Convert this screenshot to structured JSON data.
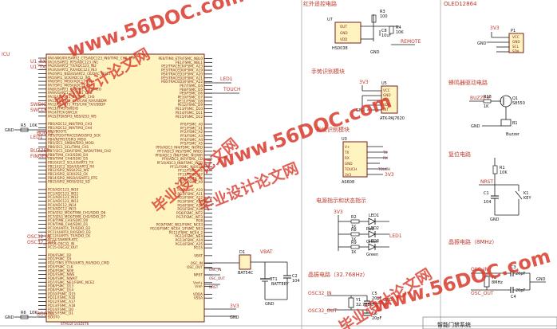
{
  "sections": {
    "ir": "红外遥控电路",
    "oled": "OLED12864",
    "gesture": "手势识别模块",
    "buzzer": "蜂鸣器驱动电路",
    "finger": "指纹识别模块",
    "reset": "复位电路",
    "power_led": "电源指示和状态指示",
    "crystal_32k": "晶振电路（32.768Hz）",
    "crystal_8m": "晶振电路（8MHz）"
  },
  "mcu": {
    "ref_partial": "ICU",
    "part_bottom": "STM32F103ZET6",
    "left_pins": [
      "PA0-WKUP/USART2_CTS/ADC123_IN0/TIM2_CH1_ETR",
      "PA1/USART2_RTS/ADC123_IN1",
      "PA2/USART2_TX/ADC123_IN2",
      "PA3/USART2_RX/ADC123_IN3",
      "PA4/SPI1_NSS/USART2_CK/DAC_OUT1",
      "PA5/SPI1_SCK/ADC12_IN5",
      "PA6/SPI1_MISO/ADC12_IN6",
      "PA7/SPI1_MOSI/ADC12_IN7",
      "PA8/USART1_CK/TIM1_CH1/MCO",
      "PA9/USART1_TX/TIM1_CH2",
      "PA10/USART1_RX/TIM1_CH3",
      "PA11/USART1_CTS/CAN_RX/USBDM",
      "PA12/USART1_RTS/CAN_TX/USBDP",
      "PA13/JTMS-SWDIO",
      "PA14/JTCK-SWCLK",
      "PA15/JTDI/SPI3_NSS/I2S3_WS",
      "",
      "PB0/ADC12_IN8/TIM3_CH3",
      "PB1/ADC12_IN9/TIM3_CH4",
      "PB2/BOOT1",
      "PB3/JTDO/TRACESWO/SPI3_SCK",
      "PB4/NJTRST/SPI3_MISO",
      "PB5/I2C1_SMBAI/SPI3_MOSI",
      "PB6/I2C1_SCL/TIM4_CH1",
      "PB7/I2C1_SDA/FSMC_NADV/TIM4_CH2",
      "PB8/TIM4_CH3/SDIO_D4",
      "PB9/TIM4_CH4/SDIO_D5",
      "PB10/I2C2_SCL/USART3_TX",
      "PB11/I2C2_SDA/USART3_RX",
      "PB12/SPI2_NSS/I2S2_WS",
      "PB13/SPI2_SCK/I2S2_CK",
      "PB14/SPI2_MISO/USART3_RTS",
      "PB15/SPI2_MOSI/I2S2_SD",
      "",
      "PC0/ADC123_IN10",
      "PC1/ADC123_IN11",
      "PC2/ADC123_IN12",
      "PC3/ADC123_IN13",
      "PC4/ADC12_IN14",
      "PC5/ADC12_IN15",
      "PC6/I2S2_MCK/TIM8_CH1/SDIO_D6",
      "PC7/I2S3_MCK/TIM8_CH2/SDIO_D7",
      "PC8/TIM8_CH3/SDIO_D0",
      "PC9/TIM8_CH4/SDIO_D1",
      "PC10/UART4_TX/SDIO_D2",
      "PC11/UART4_RX/SDIO_D3",
      "PC12/UART5_TX/SDIO_CK",
      "PC13-TAMPER-RTC",
      "PC14-OSC32_IN",
      "PC15-OSC32_OUT",
      "",
      "PD0/FSMC_D2",
      "PD1/FSMC_D3",
      "PD2/TIM3_ETR/UART5_RX/SDIO_CMD",
      "PD3/FSMC_CLK",
      "PD4/FSMC_NOE",
      "PD5/FSMC_NWE",
      "PD6/FSMC_NWAIT",
      "PD7/FSMC_NE1/FSMC_NCE2",
      "PD8/FSMC_D13",
      "PD9/FSMC_D14",
      "PD10/FSMC_D15",
      "PD11/FSMC_A16",
      "PD12/FSMC_A17",
      "PD13/FSMC_A18",
      "PD14/FSMC_D0",
      "PD15/FSMC_D1",
      "BOOT0"
    ],
    "right_pins": [
      "PE0/TIM4_ETR/FSMC_NBL0",
      "PE1/FSMC_NBL1",
      "PE2/TRACECK/FSMC_A23",
      "PE3/TRACED0/FSMC_A19",
      "PE4/TRACED1/FSMC_A20",
      "PE5/TRACED2/FSMC_A21",
      "PE6/TRACED3/FSMC_A22",
      "PE7/FSMC_D4",
      "PE8/FSMC_D5",
      "PE9/FSMC_D6",
      "PE10/FSMC_D7",
      "PE11/FSMC_D8",
      "PE12/FSMC_D9",
      "PE13/FSMC_D10",
      "PE14/FSMC_D11",
      "PE15/FSMC_D12",
      "",
      "PF0/FSMC_A0",
      "PF1/FSMC_A1",
      "PF2/FSMC_A2",
      "PF3/FSMC_A3",
      "PF4/FSMC_A4",
      "PF5/FSMC_A5",
      "PF6/ADC3_IN4/FSMC_NIORD",
      "PF7/ADC3_IN5/FSMC_NREG",
      "PF8/ADC3_IN6/FSMC_NIOWR",
      "PF9/ADC3_IN7/FSMC_CD",
      "PF10/ADC3_IN8/FSMC_INTR",
      "PF11/FSMC_NIOS16",
      "PF12/FSMC_A6",
      "PF13/FSMC_A7",
      "PF14/FSMC_A8",
      "PF15/FSMC_A9",
      "",
      "PG0/FSMC_A10",
      "PG1/FSMC_A11",
      "PG2/FSMC_A12",
      "PG3/FSMC_A13",
      "PG4/FSMC_A14",
      "PG5/FSMC_A15",
      "PG6/FSMC_INT2",
      "PG7/FSMC_INT3",
      "PG8",
      "PG9/FSMC_NE2/FSMC_NCE3",
      "PG10/FSMC_NCE4_1/FSMC_NE3",
      "PG11/FSMC_NCE4_2",
      "PG12/FSMC_NE4",
      "PG13/FSMC_A24",
      "PG14/FSMC_A25",
      "PG15",
      "",
      "VBAT",
      "",
      "OSC_IN",
      "OSC_OUT",
      "",
      "NRST",
      "",
      "Vref+",
      "Vref-",
      "",
      "VDDA",
      "VSSA"
    ],
    "left_nets": [
      "U1_RX",
      "U1_TX",
      "SWDIO",
      "SWCLK",
      "LED1",
      "BUZZER",
      "FINGER",
      "OSC32_IN",
      "OSC32_OUT",
      "BOOT0"
    ],
    "right_nets": [
      "LED1",
      "TOUCH",
      "OSC_IN",
      "OSC_OUT",
      "NRST",
      "3V3"
    ]
  },
  "labels": {
    "gnd": "GND",
    "v3": "3V3",
    "r_boot1": "R5",
    "r_boot1_val": "10K",
    "boot1": "BOOT1",
    "r_boot0": "R6",
    "r_boot0_val": "10K",
    "boot0": "BOOT0",
    "led1_a": "LED1",
    "buzzer_net": "BUZZER",
    "remote_net": "REMOTE",
    "touch_net": "TOUCH"
  },
  "ir": {
    "ref": "U7",
    "part": "HS0038",
    "pins": [
      "OUT",
      "GND",
      "VDD"
    ],
    "r": "R3",
    "r_val": "100",
    "c": "C8",
    "c_val": "10uF",
    "rt": "R4",
    "rt_val": "10K"
  },
  "oled": {
    "ref": "P1",
    "pins": [
      "VCC",
      "GND",
      "SCL",
      "SDA"
    ],
    "net": "3V3",
    "gnd": "GND"
  },
  "gesture": {
    "ref": "U5",
    "part": "ATK-PAJ7620",
    "pins": [
      "VCC",
      "GND",
      "SCL",
      "SDA",
      "INT"
    ],
    "net": "3V3"
  },
  "buzzer": {
    "q": "Q1",
    "q_part": "S8550",
    "r": "R18",
    "r_val": "1K",
    "b": "B1",
    "b_part": "Buzzer",
    "net": "BUZZER"
  },
  "finger": {
    "ref": "U3",
    "part": "AS608",
    "pins": [
      "V+",
      "TX",
      "RX",
      "GND",
      "TOUCH",
      "3V3"
    ],
    "net": "3V3"
  },
  "reset": {
    "r": "R1",
    "r_val": "10K",
    "c": "C1",
    "c_val": "104",
    "s": "K1",
    "s_label": "KEY",
    "net": "NRST"
  },
  "leds": {
    "rows": [
      {
        "r": "R2",
        "r_val": "1K",
        "d": "LED1",
        "color": "Red"
      },
      {
        "r": "R8",
        "r_val": "1K",
        "d": "LED2",
        "color": "Green"
      },
      {
        "r": "R9",
        "r_val": "1K",
        "d": "LED3",
        "color": "Green"
      }
    ]
  },
  "battery": {
    "d": "D1",
    "d_part": "BAT54C",
    "c": "C2",
    "c_val": "104",
    "bt": "BT1",
    "bt_part": "BATTERY",
    "net": "VBAT"
  },
  "xtal32": {
    "net_in": "OSC32_IN",
    "net_out": "OSC32_OUT",
    "y": "Y1",
    "y_val": "32.768KHz",
    "c1": "C5",
    "c2": "C6",
    "c_val": "20pF"
  },
  "xtal8": {
    "net_in": "OSC_IN",
    "net_out": "OSC_OUT",
    "y": "Y2",
    "y_val": "8MHz",
    "c1": "C3",
    "c2": "C4",
    "c_val": "20pF"
  },
  "watermarks": [
    "www.56DOC.com",
    "毕业设计论文网",
    "www.56DOC.com",
    "毕业设计论文网",
    "www.56DOC.com",
    "毕业设计论文网",
    "www.56DOC.com",
    "毕业设计论文网"
  ],
  "titleblock": {
    "title": "智能门禁系统"
  },
  "colors": {
    "ic_fill": "#fff3bf",
    "ic_stroke": "#7a1f1f",
    "section_text": "#c0392b",
    "wire": "#1a1a1a",
    "watermark": "#d93a2b"
  }
}
